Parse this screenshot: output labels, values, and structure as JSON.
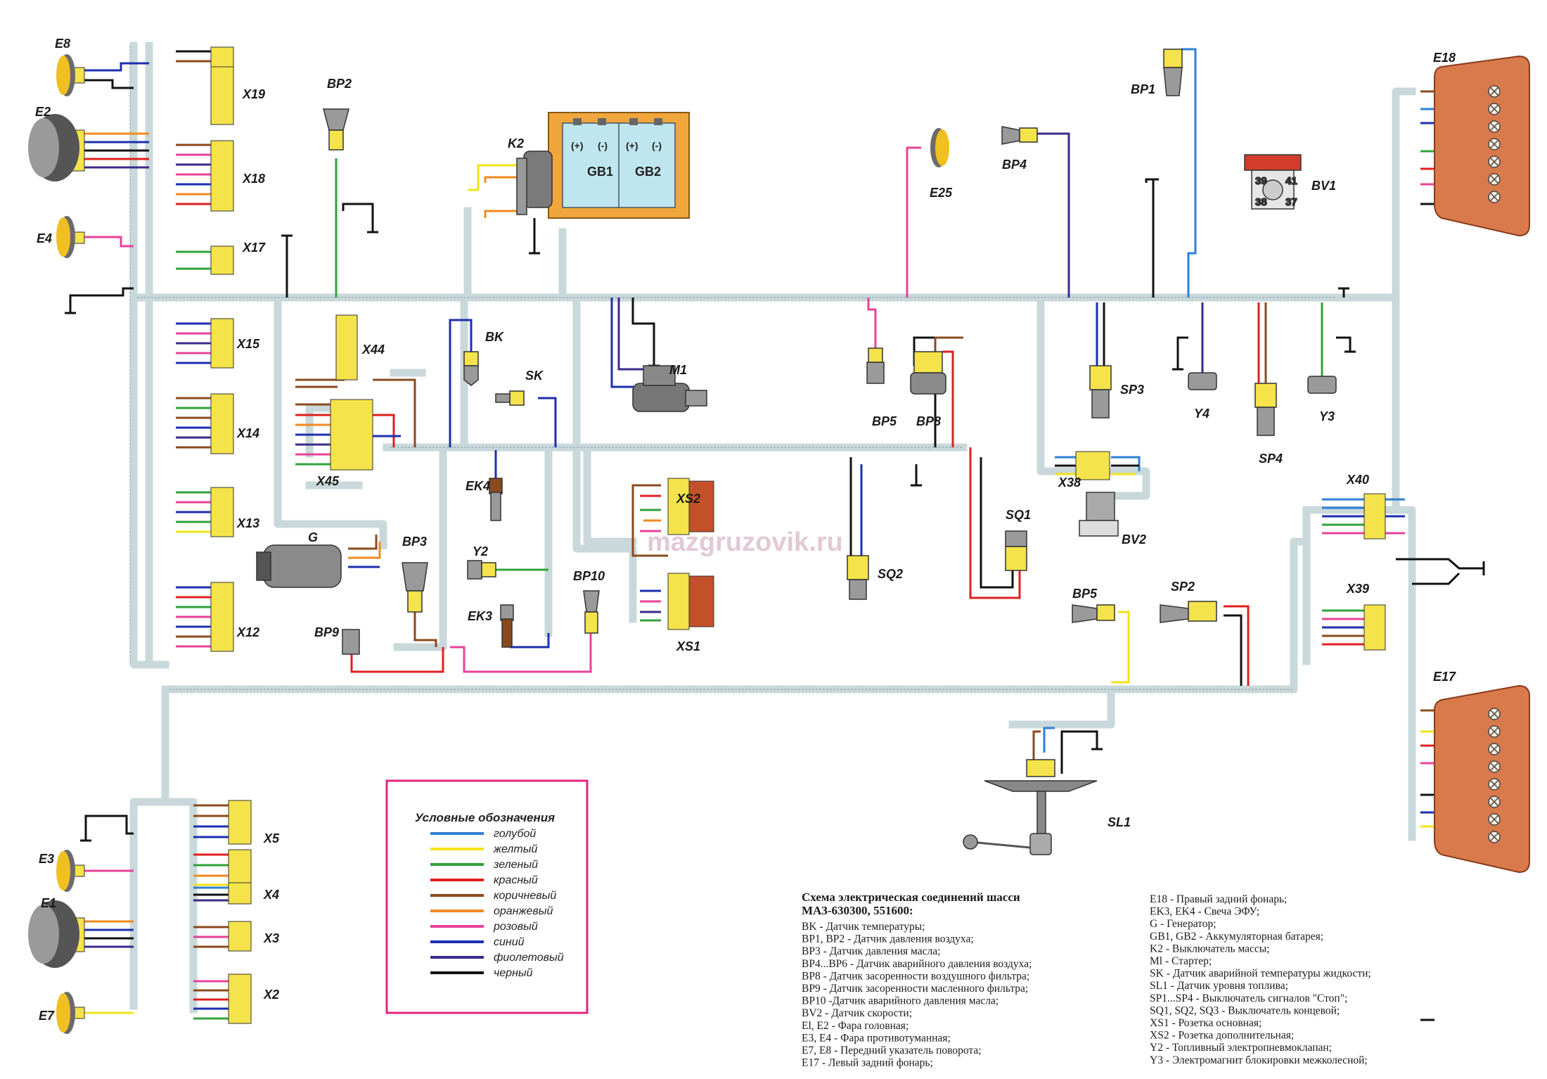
{
  "watermark": "mazgruzovik.ru",
  "colors": {
    "harness": "#c9d8db",
    "harness_edge": "#8aa2a8",
    "connector": "#f4e34a",
    "lamp_housing": "#d97a4c",
    "battery_case": "#f0a63c",
    "battery_cell": "#bfe6ee",
    "legend_frame": "#e0257f"
  },
  "components": [
    {
      "id": "E8",
      "label": "E8"
    },
    {
      "id": "E2",
      "label": "E2"
    },
    {
      "id": "E4",
      "label": "E4"
    },
    {
      "id": "E3",
      "label": "E3"
    },
    {
      "id": "E1",
      "label": "E1"
    },
    {
      "id": "E7",
      "label": "E7"
    },
    {
      "id": "X19",
      "label": "X19"
    },
    {
      "id": "X18",
      "label": "X18"
    },
    {
      "id": "X17",
      "label": "X17"
    },
    {
      "id": "X15",
      "label": "X15"
    },
    {
      "id": "X14",
      "label": "X14"
    },
    {
      "id": "X13",
      "label": "X13"
    },
    {
      "id": "X12",
      "label": "X12"
    },
    {
      "id": "X44",
      "label": "X44"
    },
    {
      "id": "X45",
      "label": "X45"
    },
    {
      "id": "BP2",
      "label": "BP2"
    },
    {
      "id": "K2",
      "label": "K2"
    },
    {
      "id": "GB1",
      "label": "GB1"
    },
    {
      "id": "GB2",
      "label": "GB2"
    },
    {
      "id": "BK",
      "label": "BK"
    },
    {
      "id": "SK",
      "label": "SK"
    },
    {
      "id": "M1",
      "label": "M1"
    },
    {
      "id": "EK4",
      "label": "EK4"
    },
    {
      "id": "Y2",
      "label": "Y2"
    },
    {
      "id": "EK3",
      "label": "EK3"
    },
    {
      "id": "G",
      "label": "G"
    },
    {
      "id": "BP3",
      "label": "BP3"
    },
    {
      "id": "BP9",
      "label": "BP9"
    },
    {
      "id": "BP10",
      "label": "BP10"
    },
    {
      "id": "XS2",
      "label": "XS2"
    },
    {
      "id": "XS1",
      "label": "XS1"
    },
    {
      "id": "E25",
      "label": "E25"
    },
    {
      "id": "BP4",
      "label": "BP4"
    },
    {
      "id": "BP5a",
      "label": "BP5"
    },
    {
      "id": "BP8",
      "label": "BP8"
    },
    {
      "id": "SQ2",
      "label": "SQ2"
    },
    {
      "id": "SQ1",
      "label": "SQ1"
    },
    {
      "id": "BP5b",
      "label": "BP5"
    },
    {
      "id": "BP1",
      "label": "BP1"
    },
    {
      "id": "BV1",
      "label": "BV1"
    },
    {
      "id": "SP3",
      "label": "SP3"
    },
    {
      "id": "X38",
      "label": "X38"
    },
    {
      "id": "BV2",
      "label": "BV2"
    },
    {
      "id": "Y4",
      "label": "Y4"
    },
    {
      "id": "SP4",
      "label": "SP4"
    },
    {
      "id": "Y3",
      "label": "Y3"
    },
    {
      "id": "SP2",
      "label": "SP2"
    },
    {
      "id": "SL1",
      "label": "SL1"
    },
    {
      "id": "E18",
      "label": "E18"
    },
    {
      "id": "X40",
      "label": "X40"
    },
    {
      "id": "X39",
      "label": "X39"
    },
    {
      "id": "E17",
      "label": "E17"
    },
    {
      "id": "X5",
      "label": "X5"
    },
    {
      "id": "X4",
      "label": "X4"
    },
    {
      "id": "X3",
      "label": "X3"
    },
    {
      "id": "X2",
      "label": "X2"
    }
  ],
  "battery_terminals": [
    "(+)",
    "(-)",
    "(+)",
    "(-)"
  ],
  "bv1_pins": [
    "39",
    "41",
    "38",
    "37"
  ],
  "legend": {
    "title": "Условные обозначения",
    "items": [
      {
        "name": "голубой",
        "color": "#2f7fd6"
      },
      {
        "name": "желтый",
        "color": "#f2e21a"
      },
      {
        "name": "зеленый",
        "color": "#2fa33a"
      },
      {
        "name": "красный",
        "color": "#e02020"
      },
      {
        "name": "коричневый",
        "color": "#8b4a1e"
      },
      {
        "name": "оранжевый",
        "color": "#f08a1e"
      },
      {
        "name": "розовый",
        "color": "#e8429a"
      },
      {
        "name": "синий",
        "color": "#1c2fb0"
      },
      {
        "name": "фиолетовый",
        "color": "#3a2a8c"
      },
      {
        "name": "черный",
        "color": "#111111"
      }
    ]
  },
  "caption": {
    "title_line1": "Схема электрическая соединений шасси",
    "title_line2": "МАЗ-630300, 551600:",
    "left": [
      "BK - Датчик температуры;",
      "BP1, BP2 - Датчик давления воздуха;",
      "BP3 - Датчик давления масла;",
      "BP4...BP6 - Датчик аварийного давления воздуха;",
      "BP8 - Датчик засоренности воздушного фильтра;",
      "BP9 - Датчик засоренности масленного фильтра;",
      "BP10 -Датчик аварийного давления масла;",
      "BV2 - Датчик скорости;",
      "El, E2 - Фара головная;",
      "E3, E4 - Фара противотуманная;",
      "E7, E8 - Передний указатель поворота;",
      "E17 - Левый задний фонарь;"
    ],
    "right": [
      "E18 - Правый задний фонарь;",
      "EK3, EK4 - Свеча ЭФУ;",
      "G - Генератор;",
      "GB1, GB2 - Аккумуляторная батарея;",
      "K2 - Выключатель массы;",
      "Ml - Стартер;",
      "SK - Датчик аварийной температуры жидкости;",
      "SL1 - Датчик уровня топлива;",
      "SP1...SP4 - Выключатель сигналов \"Стоп\";",
      "SQ1, SQ2, SQ3 - Выключатель концевой;",
      "XS1 - Розетка основная;",
      "XS2 - Розетка дополнительная;",
      "Y2 - Топливный электропневмоклапан;",
      "Y3 - Электромагнит блокировки межколесной;"
    ]
  }
}
